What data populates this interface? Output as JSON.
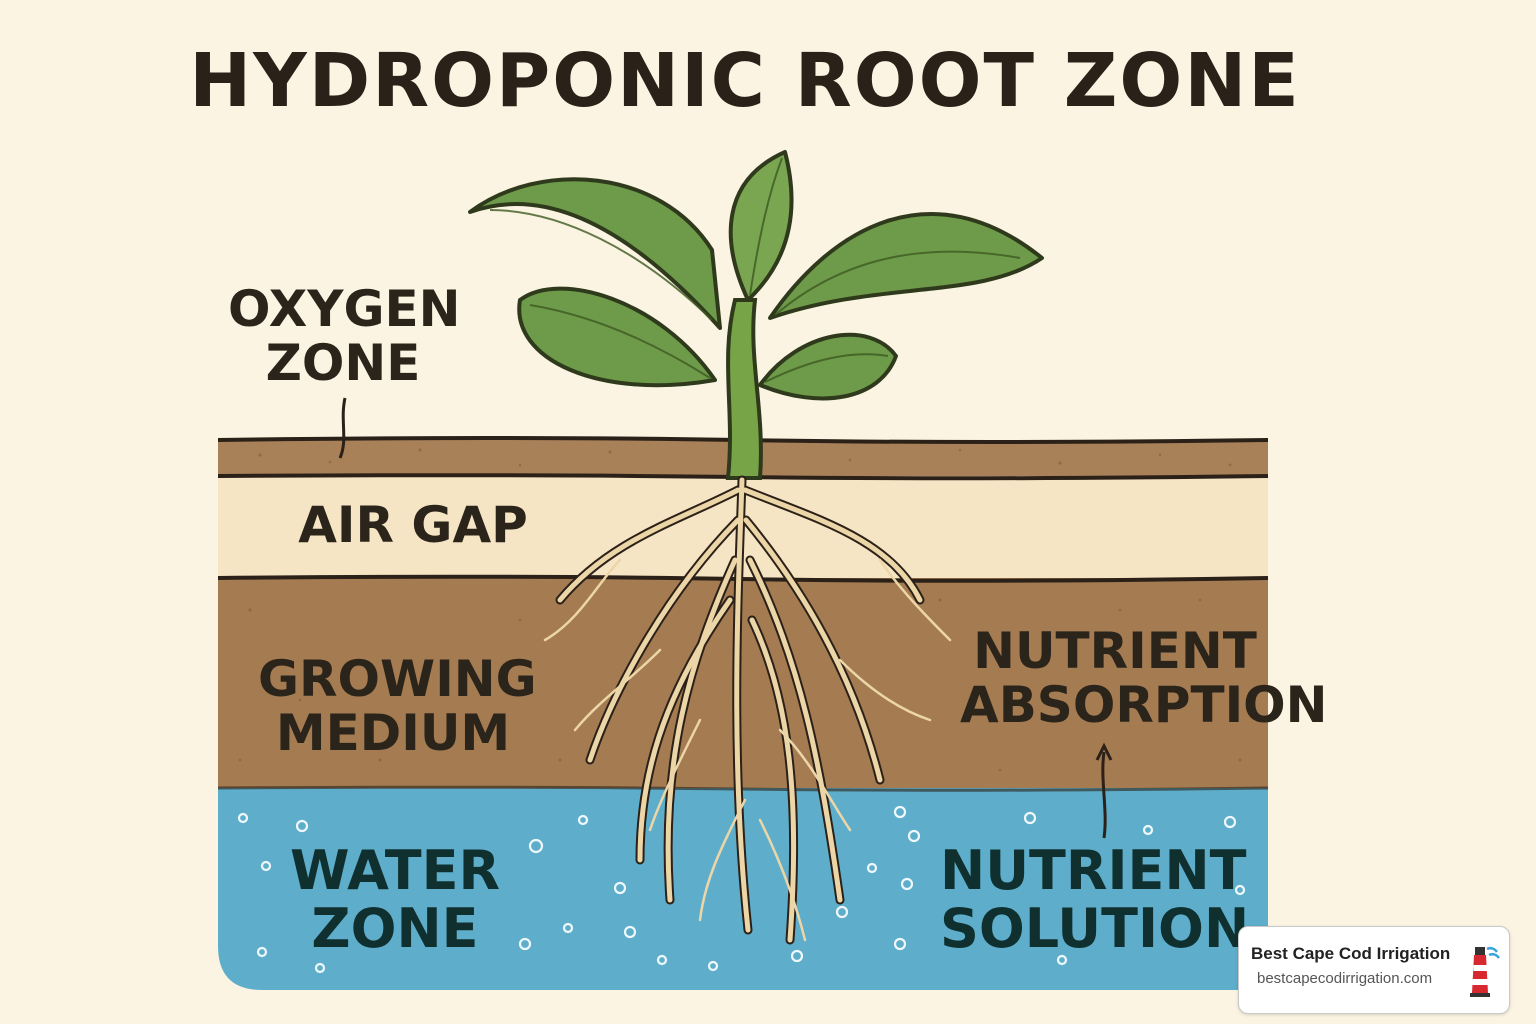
{
  "title": "HYDROPONIC ROOT ZONE",
  "labels": {
    "oxygen_zone": [
      "OXYGEN",
      "ZONE"
    ],
    "air_gap": "AIR GAP",
    "growing_medium": [
      "GROWING",
      "MEDIUM"
    ],
    "nutrient_absorption": [
      "NUTRIENT",
      "ABSORPTION"
    ],
    "water_zone": [
      "WATER",
      "ZONE"
    ],
    "nutrient_solution": [
      "NUTRIENT",
      "SOLUTION"
    ]
  },
  "badge": {
    "name": "Best Cape Cod Irrigation",
    "url": "bestcapecodirrigation.com",
    "logo_icon": "lighthouse-icon"
  },
  "colors": {
    "background": "#fbf4e2",
    "top_soil": "#a98159",
    "air_gap": "#f6e5c4",
    "growing_medium": "#a57b52",
    "water": "#5eaecb",
    "leaf": "#6e9b49",
    "root": "#e9d3a4",
    "outline": "#2b2118"
  }
}
